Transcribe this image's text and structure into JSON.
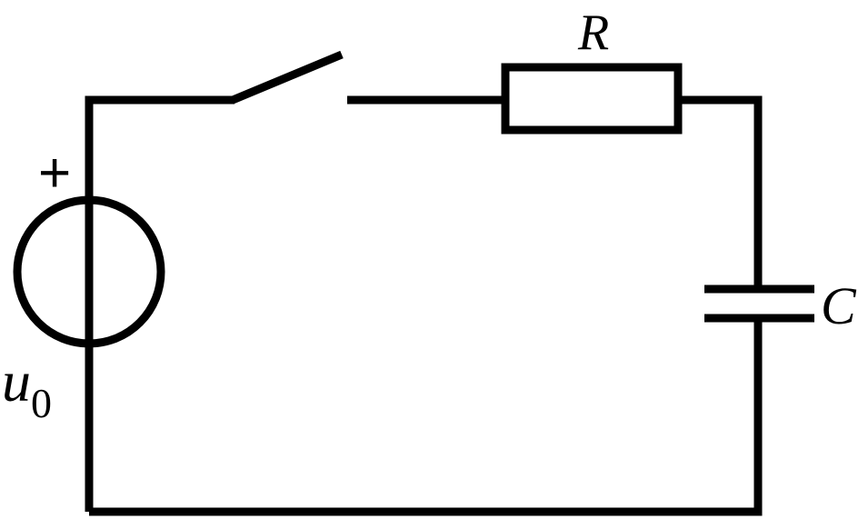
{
  "labels": {
    "resistor": "R",
    "capacitor": "C",
    "source_symbol": "u",
    "source_subscript": "0",
    "polarity": "+"
  },
  "colors": {
    "stroke": "#000000",
    "background": "#ffffff"
  }
}
